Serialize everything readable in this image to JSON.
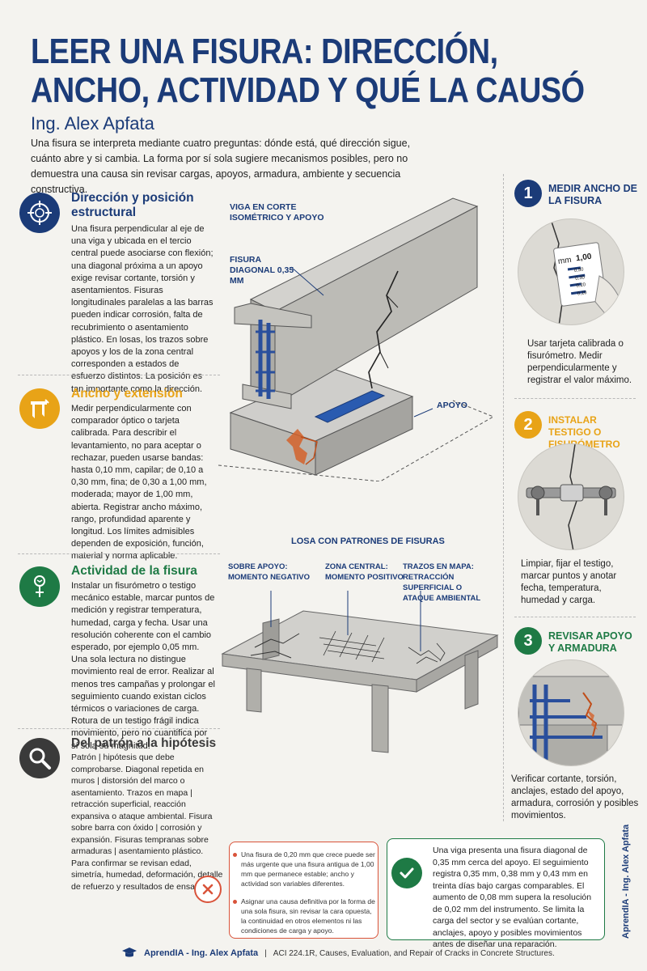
{
  "header": {
    "title_line1": "LEER UNA FISURA: DIRECCIÓN,",
    "title_line2": "ANCHO, ACTIVIDAD Y QUÉ LA CAUSÓ",
    "author": "Ing. Alex Apfata",
    "intro": "Una fisura se interpreta mediante cuatro preguntas: dónde está, qué dirección sigue, cuánto abre y si cambia. La forma por sí sola sugiere mecanismos posibles, pero no demuestra una causa sin revisar cargas, apoyos, armadura, ambiente y secuencia constructiva."
  },
  "sections": [
    {
      "title": "Dirección y posición estructural",
      "icon": "crosshair-icon",
      "color": "#1b3b78",
      "text": "Una fisura perpendicular al eje de una viga y ubicada en el tercio central puede asociarse con flexión; una diagonal próxima a un apoyo exige revisar cortante, torsión y asentamientos. Fisuras longitudinales paralelas a las barras pueden indicar corrosión, falta de recubrimiento o asentamiento plástico. En losas, los trazos sobre apoyos y los de la zona central corresponden a estados de esfuerzo distintos. La posición es tan importante como la dirección."
    },
    {
      "title": "Ancho y extensión",
      "icon": "caliper-icon",
      "color": "#e8a317",
      "text": "Medir perpendicularmente con comparador óptico o tarjeta calibrada. Para describir el levantamiento, no para aceptar o rechazar, pueden usarse bandas: hasta 0,10 mm, capilar; de 0,10 a 0,30 mm, fina; de 0,30 a 1,00 mm, moderada; mayor de 1,00 mm, abierta. Registrar ancho máximo, rango, profundidad aparente y longitud. Los límites admisibles dependen de exposición, función, material y norma aplicable."
    },
    {
      "title": "Actividad de la fisura",
      "icon": "crack-monitor-icon",
      "color": "#1e7a45",
      "text": "Instalar un fisurómetro o testigo mecánico estable, marcar puntos de medición y registrar temperatura, humedad, carga y fecha. Usar una resolución coherente con el cambio esperado, por ejemplo 0,05 mm. Una sola lectura no distingue movimiento real de error. Realizar al menos tres campañas y prolongar el seguimiento cuando existan ciclos térmicos o variaciones de carga. Rotura de un testigo frágil indica movimiento, pero no cuantifica por sí sola su magnitud."
    },
    {
      "title": "Del patrón a la hipótesis",
      "icon": "magnifier-icon",
      "color": "#3a3a3a",
      "text": "Patrón | hipótesis que debe comprobarse. Diagonal repetida en muros | distorsión del marco o asentamiento. Trazos en mapa | retracción superficial, reacción expansiva o ataque ambiental. Fisura sobre barra con óxido | corrosión y expansión. Fisuras tempranas sobre armaduras | asentamiento plástico. Para confirmar se revisan edad, simetría, humedad, deformación, detalle de refuerzo y resultados de ensayos."
    }
  ],
  "beam": {
    "label_section": "VIGA EN CORTE ISOMÉTRICO Y APOYO",
    "label_crack": "FISURA DIAGONAL 0,35 mm",
    "label_support": "APOYO"
  },
  "slab": {
    "title": "LOSA CON PATRONES DE FISURAS",
    "label_support": "SOBRE APOYO: MOMENTO NEGATIVO",
    "label_center": "ZONA CENTRAL: MOMENTO POSITIVO",
    "label_map": "TRAZOS EN MAPA: RETRACCIÓN SUPERFICIAL O ATAQUE AMBIENTAL"
  },
  "steps": [
    {
      "num": "1",
      "title": "MEDIR ANCHO DE LA FISURA",
      "color": "#1b3b78",
      "text": "Usar tarjeta calibrada o fisurómetro. Medir perpendicularmente y registrar el valor máximo.",
      "card_unit": "mm",
      "card_values": [
        "1,00",
        "0,50",
        "0,30",
        "0,20",
        "0,10"
      ]
    },
    {
      "num": "2",
      "title": "INSTALAR TESTIGO O FISURÓMETRO",
      "color": "#e8a317",
      "text": "Limpiar, fijar el testigo, marcar puntos y anotar fecha, temperatura, humedad y carga."
    },
    {
      "num": "3",
      "title": "REVISAR APOYO Y ARMADURA",
      "color": "#1e7a45",
      "text": "Verificar cortante, torsión, anclajes, estado del apoyo, armadura, corrosión y posibles movimientos."
    }
  ],
  "warnings": {
    "bullets": [
      "Una fisura de 0,20 mm que crece puede ser más urgente que una fisura antigua de 1,00 mm que permanece estable; ancho y actividad son variables diferentes.",
      "Asignar una causa definitiva por la forma de una sola fisura, sin revisar la cara opuesta, la continuidad en otros elementos ni las condiciones de carga y apoyo."
    ],
    "example": "Una viga presenta una fisura diagonal de 0,35 mm cerca del apoyo. El seguimiento registra 0,35 mm, 0,38 mm y 0,43 mm en treinta días bajo cargas comparables. El aumento de 0,08 mm supera la resolución de 0,02 mm del instrumento. Se limita la carga del sector y se evalúan cortante, anclajes, apoyo y posibles movimientos antes de diseñar una reparación."
  },
  "footer": {
    "brand": "AprendIA - Ing. Alex Apfata",
    "separator": "|",
    "reference": "ACI 224.1R, Causes, Evaluation, and Repair of Cracks in Concrete Structures.",
    "side_brand": "AprendIA - Ing. Alex Apfata"
  }
}
